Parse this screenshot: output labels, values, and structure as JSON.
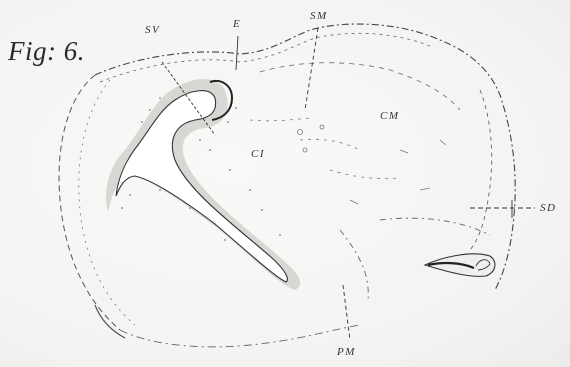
{
  "figure": {
    "title": "Fig: 6.",
    "labels": {
      "sv": "SV",
      "e": "E",
      "sm": "SM",
      "cm": "CM",
      "ci": "CI",
      "sd": "SD",
      "pm": "PM"
    }
  }
}
